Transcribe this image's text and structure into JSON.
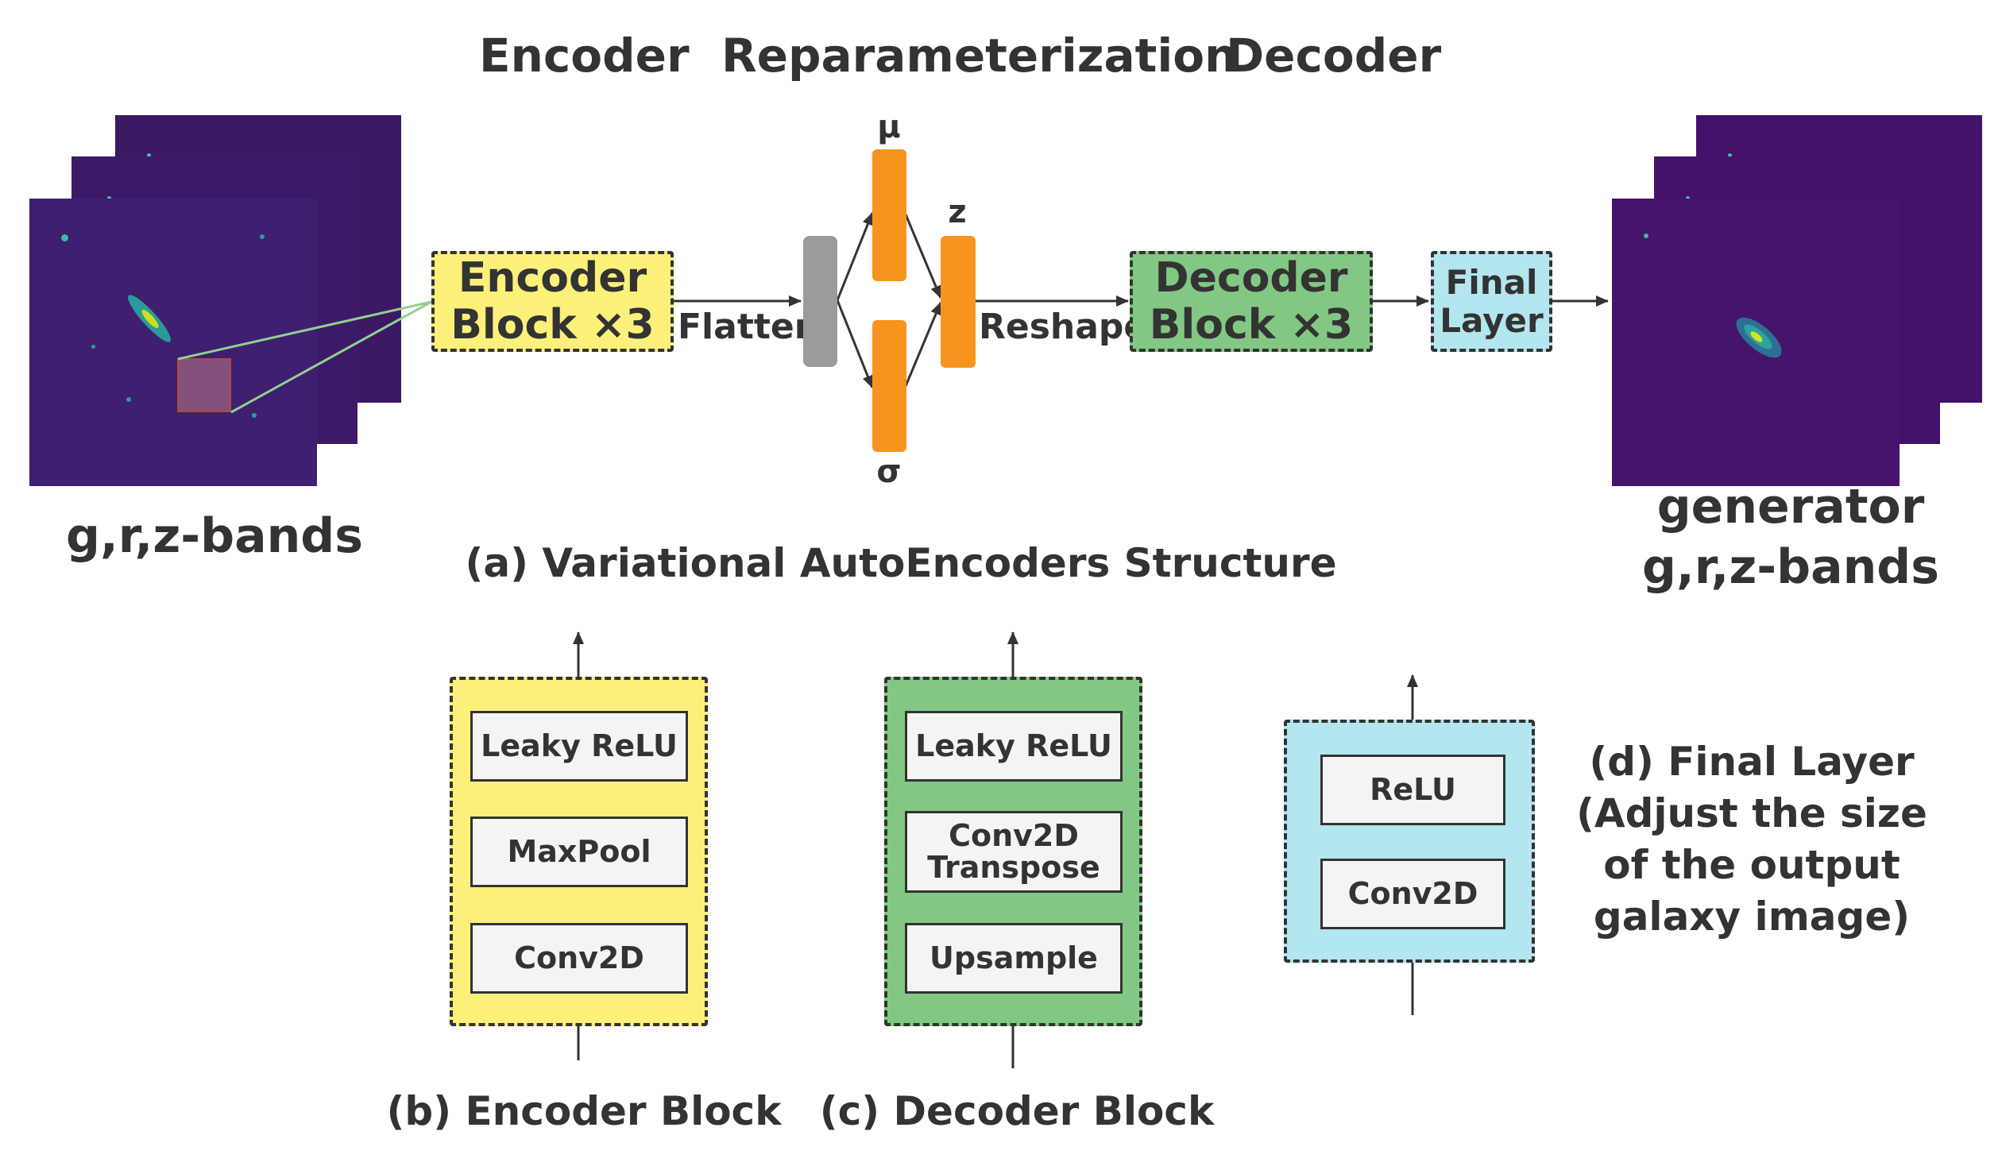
{
  "headers": {
    "encoder": "Encoder",
    "reparam": "Reparameterization",
    "decoder": "Decoder"
  },
  "vae": {
    "encoder_block": [
      "Encoder",
      "Block ×3"
    ],
    "flatten": "Flatten",
    "mu": "μ",
    "sigma": "σ",
    "z": "z",
    "reshape": "Reshape",
    "decoder_block": [
      "Decoder",
      "Block ×3"
    ],
    "final_layer": [
      "Final",
      "Layer"
    ],
    "input_label": "g,r,z-bands",
    "output_label": [
      "generator",
      "g,r,z-bands"
    ],
    "caption": "(a) Variational AutoEncoders Structure"
  },
  "encoder_block": {
    "ops": [
      "Leaky ReLU",
      "MaxPool",
      "Conv2D"
    ],
    "caption": "(b) Encoder Block"
  },
  "decoder_block": {
    "ops": [
      "Leaky ReLU",
      "Conv2D Transpose",
      "Upsample"
    ],
    "caption": "(c) Decoder Block"
  },
  "final_layer": {
    "ops": [
      "ReLU",
      "Conv2D"
    ],
    "caption": [
      "(d) Final Layer",
      "(Adjust the size",
      "of the output",
      "galaxy image)"
    ]
  },
  "colors": {
    "encoder": "#fdf07a",
    "decoder": "#82c884",
    "final": "#b3e6ef",
    "latent": "#f7941d",
    "flatten": "#9b9b9b",
    "image": "#3b1a64",
    "text": "#333333"
  }
}
